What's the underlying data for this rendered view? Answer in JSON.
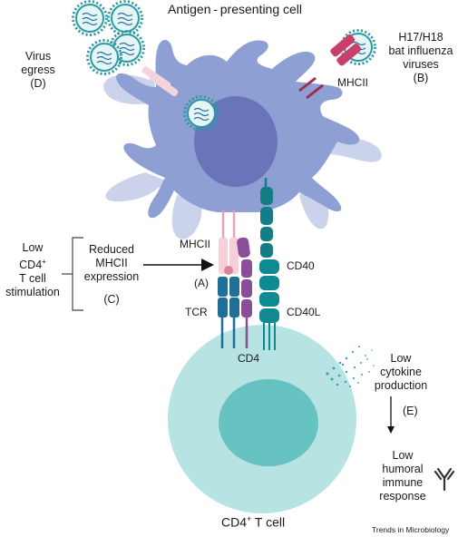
{
  "labels": {
    "apc_title": "Antigen - presenting cell",
    "virus_egress_line1": "Virus",
    "virus_egress_line2": "egress",
    "virus_egress_tag": "(D)",
    "bat_line1": "H17/H18",
    "bat_line2": "bat influenza",
    "bat_line3": "viruses",
    "bat_tag": "(B)",
    "mhcii_top": "MHCII",
    "low_cd4_line1": "Low",
    "low_cd4_line2": "CD4",
    "low_cd4_sup": "+",
    "low_cd4_line3": "T cell",
    "low_cd4_line4": "stimulation",
    "reduced_line1": "Reduced",
    "reduced_line2": "MHCII",
    "reduced_line3": "expression",
    "reduced_tag": "(C)",
    "mhcii_mid": "MHCII",
    "tag_a": "(A)",
    "tcr": "TCR",
    "cd4": "CD4",
    "cd40": "CD40",
    "cd40l": "CD40L",
    "low_cyto_line1": "Low",
    "low_cyto_line2": "cytokine",
    "low_cyto_line3": "production",
    "tag_e": "(E)",
    "low_hum_line1": "Low",
    "low_hum_line2": "humoral",
    "low_hum_line3": "immune",
    "low_hum_line4": "response",
    "tcell_title": "CD4",
    "tcell_sup": "+",
    "tcell_suffix": " T cell",
    "footer": "Trends in Microbiology"
  },
  "colors": {
    "apc_body": "#8e9fd4",
    "apc_shadow": "#c9d1ea",
    "apc_nucleus": "#6a74b8",
    "tcell_body": "#b8e3e3",
    "tcell_nucleus": "#67c2c2",
    "virus_shell": "#2b9aa3",
    "mhcii": "#c7406a",
    "tcr": "#1f6f99",
    "cd4": "#8a4e98",
    "cd40": "#137e86",
    "cytokine_dots": "#3aa0b4"
  }
}
